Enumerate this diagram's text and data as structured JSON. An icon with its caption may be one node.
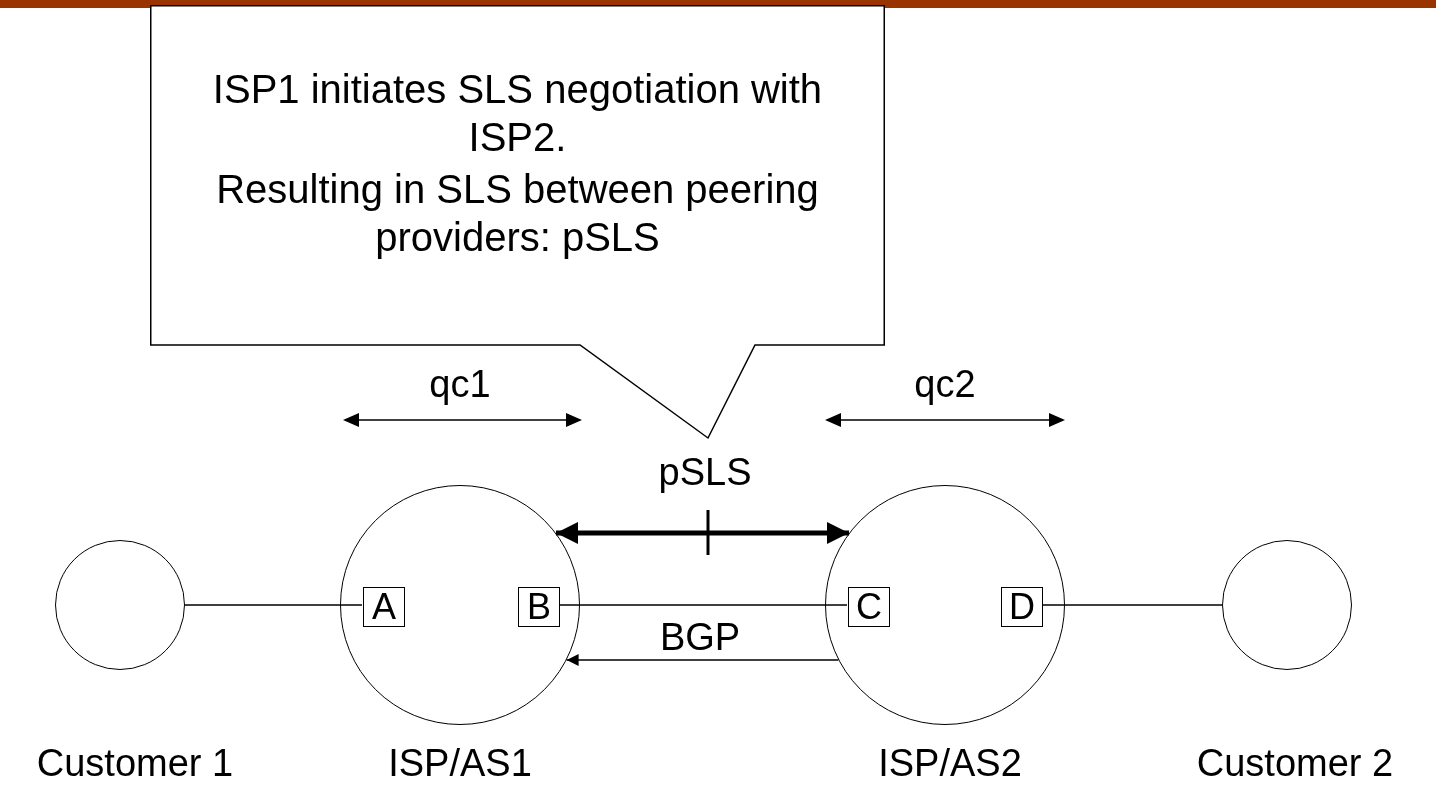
{
  "diagram": {
    "nodes": [
      {
        "text": [
          "ISP1 initiates SLS negotiation with ISP2.",
          "Resulting in SLS between peering providers: pSLS"
        ]
      },
      {
        "text": [],
        "shape": "circle",
        "beside": [
          "Customer 1"
        ]
      },
      {
        "text": [],
        "shape": "circle",
        "beside": [
          "ISP/AS1"
        ]
      },
      {
        "text": [
          "A"
        ],
        "in": 2
      },
      {
        "text": [
          "B"
        ],
        "in": 2
      },
      {
        "text": [],
        "shape": "circle",
        "beside": [
          "ISP/AS2"
        ]
      },
      {
        "text": [
          "C"
        ],
        "in": 5
      },
      {
        "text": [
          "D"
        ],
        "in": 5
      },
      {
        "text": [],
        "shape": "circle",
        "beside": [
          "Customer 2"
        ]
      }
    ],
    "edges": [
      {
        "from": 1,
        "to": 3,
        "arrow": "none"
      },
      {
        "from": 4,
        "to": 6,
        "arrow": "none"
      },
      {
        "from": 7,
        "to": 8,
        "arrow": "none"
      },
      {
        "from": 2,
        "to": 5,
        "arrow": "both",
        "style": "thick",
        "label": "pSLS"
      },
      {
        "from": 5,
        "to": 2,
        "arrow": "to",
        "label": "BGP"
      }
    ],
    "labels": [
      "qc1",
      "qc2"
    ]
  }
}
